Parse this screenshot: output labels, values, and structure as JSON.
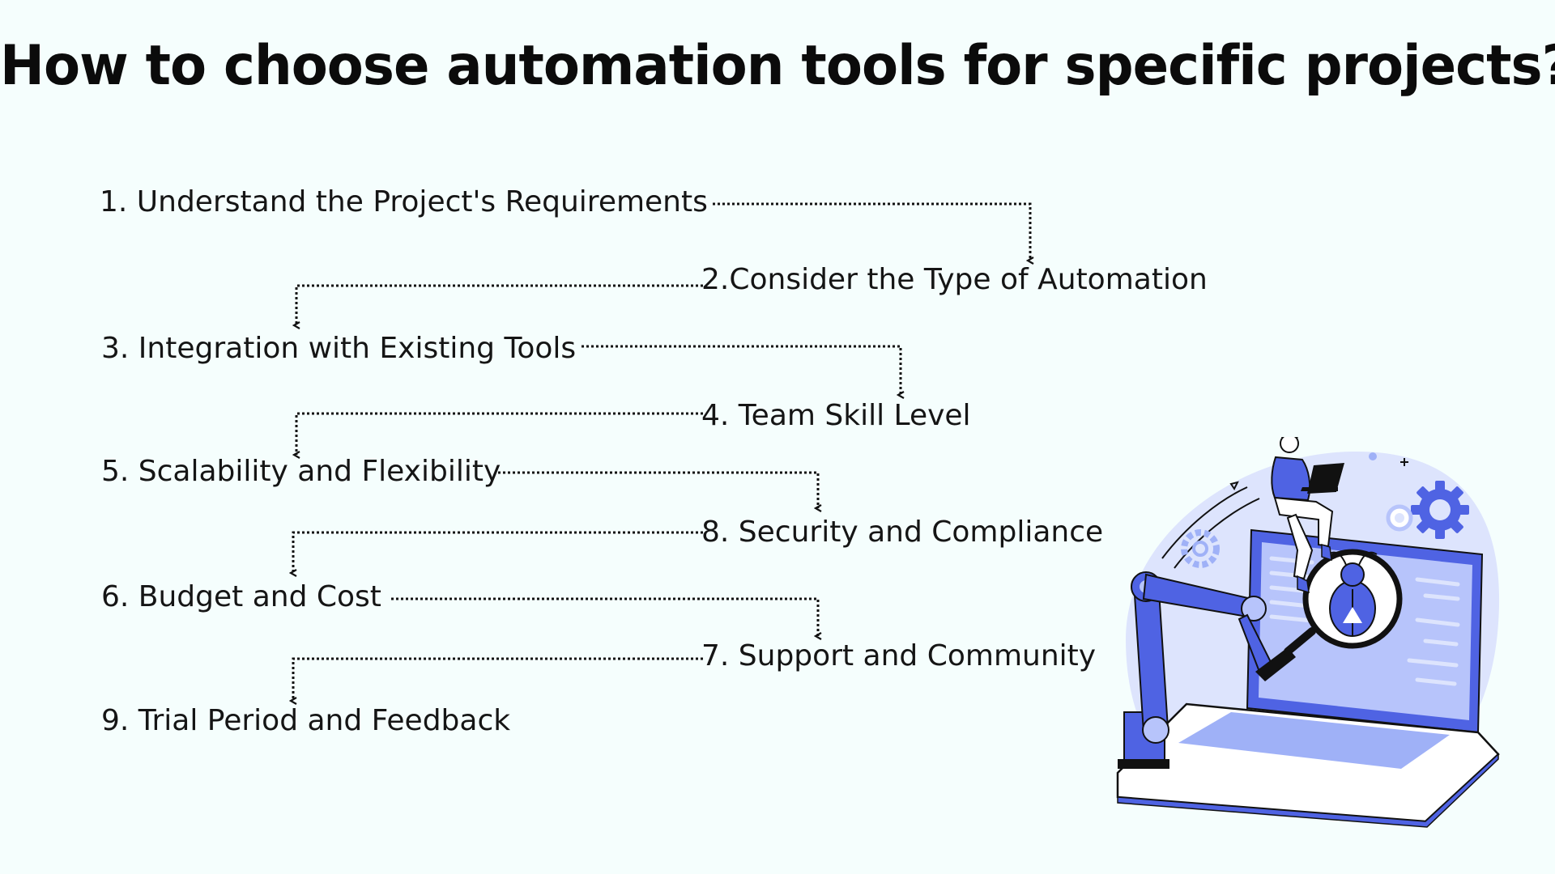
{
  "title": "How to choose automation tools for specific projects?",
  "steps": [
    {
      "label": "1. Understand the Project's Requirements"
    },
    {
      "label": "2.Consider the Type of Automation"
    },
    {
      "label": "3. Integration with Existing Tools"
    },
    {
      "label": "4. Team Skill Level"
    },
    {
      "label": "5. Scalability and Flexibility"
    },
    {
      "label": "8. Security and Compliance"
    },
    {
      "label": "6. Budget and Cost"
    },
    {
      "label": "7. Support and Community"
    },
    {
      "label": "9. Trial Period and Feedback"
    }
  ],
  "illustration": {
    "icon": "robot-arm-laptop-bug-inspection",
    "colors": {
      "accent": "#4f63e3",
      "light_accent": "#b7c4fb",
      "background_blob": "#dde4fd",
      "outline": "#111111"
    }
  },
  "colors": {
    "background": "#f5fefd",
    "text": "#111111",
    "connector": "#111111"
  }
}
